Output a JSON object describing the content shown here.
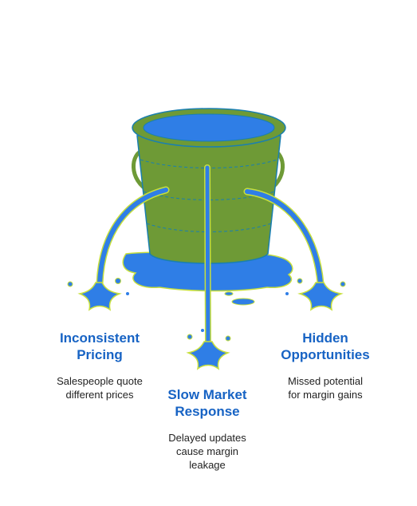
{
  "colors": {
    "bucket_green": "#6e9a36",
    "bucket_outline": "#1a7fb0",
    "water_blue": "#2f7ee6",
    "leak_outline": "#c7df3c",
    "title_blue": "#1763c4",
    "text_dark": "#222222"
  },
  "leaks": [
    {
      "title": "Inconsistent\nPricing",
      "description": "Salespeople quote\ndifferent prices"
    },
    {
      "title": "Slow Market\nResponse",
      "description": "Delayed updates\ncause margin\nleakage"
    },
    {
      "title": "Hidden\nOpportunities",
      "description": "Missed potential\nfor margin gains"
    }
  ]
}
